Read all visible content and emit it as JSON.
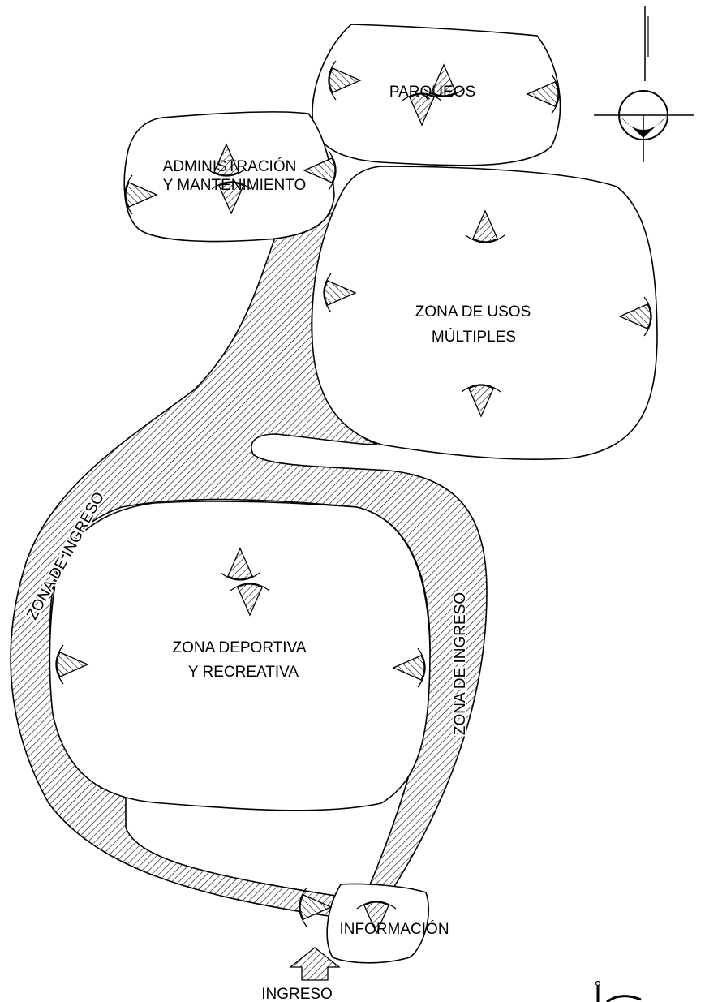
{
  "labels": {
    "parqueos": "PARQUEOS",
    "admin_line1": "ADMINISTRACIÓN",
    "admin_line2": "Y MANTENIMIENTO",
    "usos_line1": "ZONA DE USOS",
    "usos_line2": "MÚLTIPLES",
    "deportiva_line1": "ZONA DEPORTIVA",
    "deportiva_line2": "Y RECREATIVA",
    "informacion": "INFORMACIÓN",
    "ingreso": "INGRESO",
    "ingreso_zone_left": "ZONA DE INGRESO",
    "ingreso_zone_right": "ZONA DE INGRESO"
  },
  "icons": {
    "north": "north-arrow-icon",
    "view": "view-cone-icon",
    "entrance": "entrance-arrow-icon"
  },
  "colors": {
    "line": "#000000",
    "background": "#ffffff"
  }
}
